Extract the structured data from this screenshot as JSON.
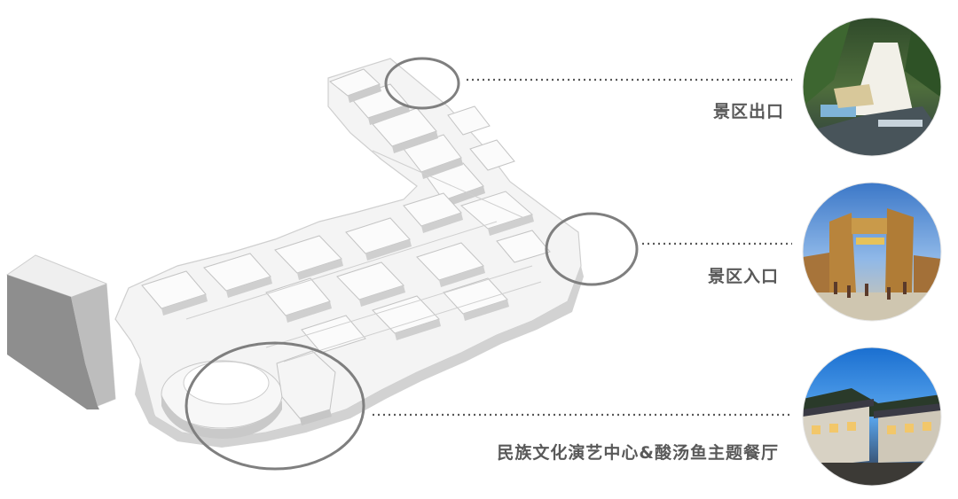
{
  "callouts": [
    {
      "label": "景区出口",
      "photo": "scenic-exit-photo"
    },
    {
      "label": "景区入口",
      "photo": "scenic-entrance-photo"
    },
    {
      "label": "民族文化演艺中心&酸汤鱼主题餐厅",
      "photo": "cultural-center-restaurant-photo"
    }
  ],
  "colors": {
    "highlight_ring": "#7f7f7f",
    "leader_line": "#595959",
    "label_text": "#595959",
    "model_fill": "#f2f2f2",
    "model_shadow": "#c9c9c9"
  }
}
